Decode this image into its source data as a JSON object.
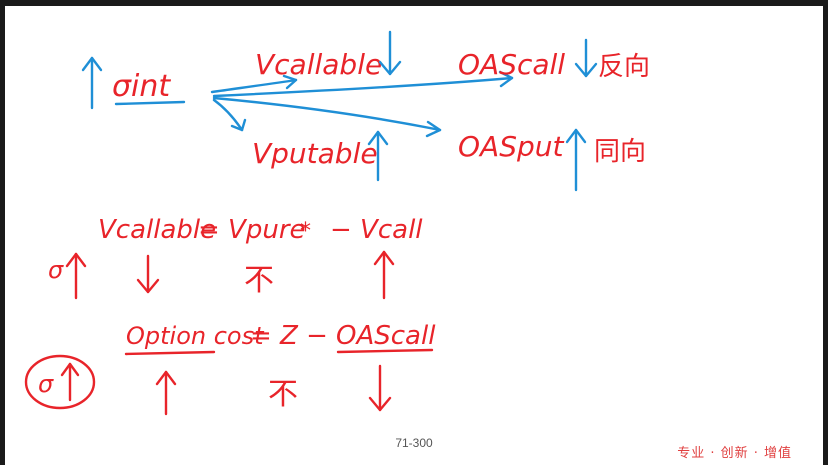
{
  "notes": {
    "line1": {
      "left": "σint",
      "callable": "Vcallable",
      "putable": "Vputable",
      "oas_call": "OAScall",
      "oas_call_dir": "反向",
      "oas_put": "OASput",
      "oas_put_dir": "同向"
    },
    "line2": {
      "lhs": "Vcallable",
      "eq": "= Vpure",
      "mark": "*",
      "rhs": "− Vcall",
      "sigma": "σ",
      "unchanged": "不"
    },
    "line3": {
      "lhs": "Option cost",
      "eq": "= Z −",
      "rhs": "OAScall",
      "sigma": "σ",
      "unchanged": "不"
    }
  },
  "footer": {
    "page": "71-300",
    "slogan": "专业 · 创新 · 增值"
  },
  "colors": {
    "red": "#e8242a",
    "blue": "#1f8fd6"
  }
}
